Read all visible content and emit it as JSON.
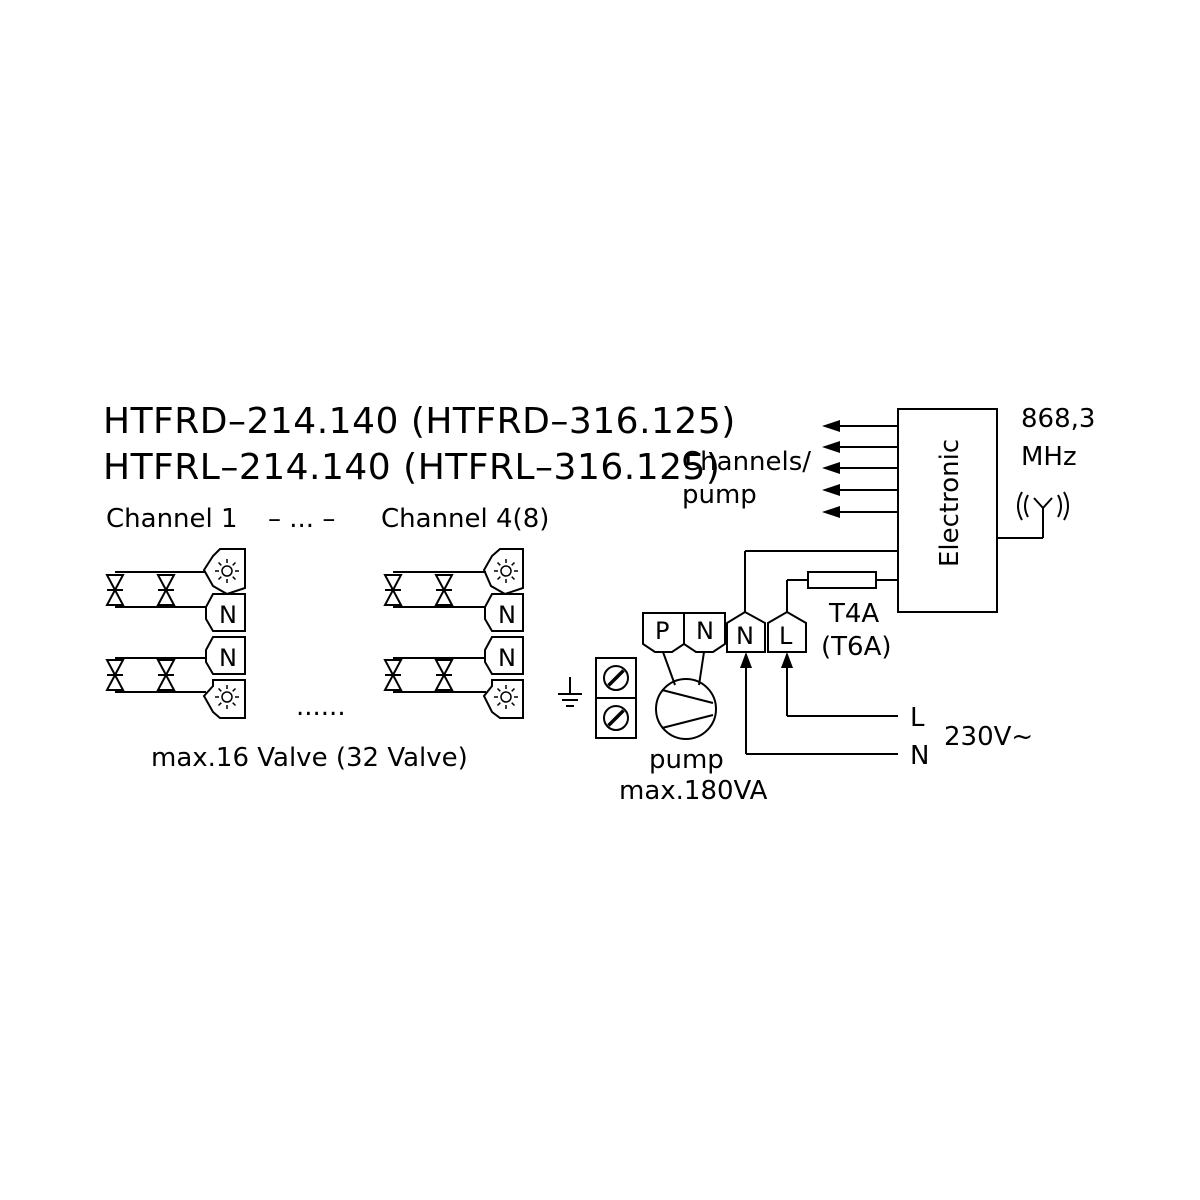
{
  "models": {
    "line1": "HTFRD–214.140  (HTFRD–316.125)",
    "line2": "HTFRL–214.140  (HTFRL–316.125)"
  },
  "channels": {
    "first": "Channel  1",
    "sep": "– ... –",
    "last": "Channel  4(8)",
    "more": "......"
  },
  "terminal_labels": {
    "n": "N",
    "p": "P",
    "l": "L"
  },
  "valves": {
    "caption": "max.16 Valve  (32 Valve)"
  },
  "outputs": {
    "label_line1": "Channels/",
    "label_line2": "pump"
  },
  "electronic": {
    "label": "Electronic"
  },
  "radio": {
    "line1": "868,3",
    "line2": "MHz"
  },
  "fuse": {
    "line1": "T4A",
    "line2": "(T6A)"
  },
  "pump": {
    "line1": "pump",
    "line2": "max.180VA"
  },
  "supply": {
    "l": "L",
    "n": "N",
    "voltage": "230V~"
  }
}
